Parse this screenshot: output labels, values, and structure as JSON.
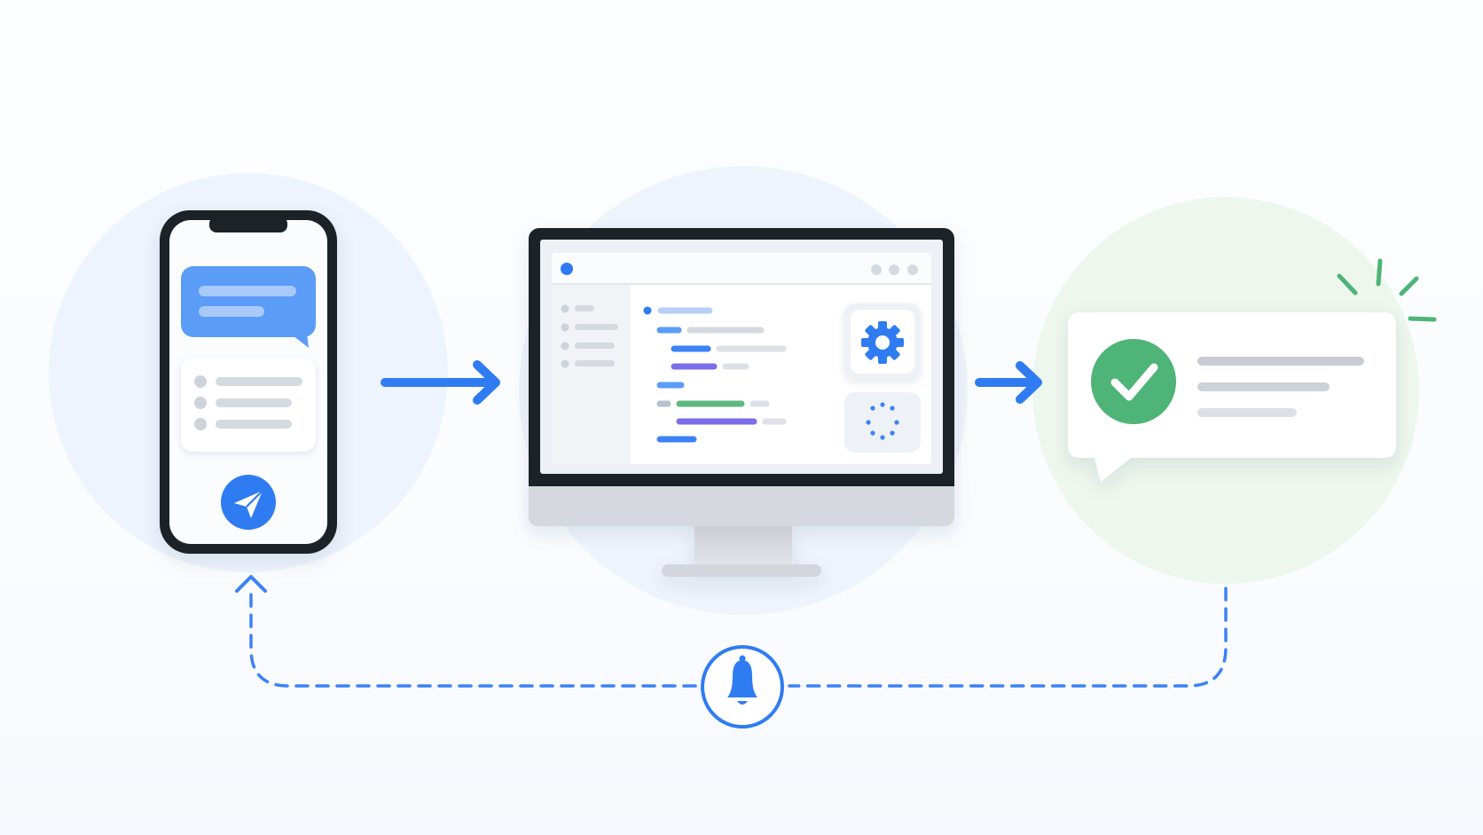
{
  "colors": {
    "background": "#fbfcfe",
    "accent_blue": "#3b82f6",
    "light_blue_bubble": "#5b9cf6",
    "success_green": "#4fb477",
    "light_green_circle": "#edf7ee",
    "light_blue_circle": "#eef4fd",
    "device_frame": "#1f2128",
    "placeholder_gray": "#cdd3db",
    "code_purple": "#7c6ee8",
    "code_green": "#5cb87f"
  },
  "icons": {
    "phone_action": "send-icon",
    "settings": "gear-icon",
    "processing": "loading-spinner-icon",
    "success": "checkmark-icon",
    "notification": "bell-icon"
  },
  "stages": [
    "mobile-phone",
    "desktop-monitor",
    "success-notification"
  ],
  "connectors": [
    "arrow-phone-to-monitor",
    "arrow-monitor-to-notification",
    "dashed-feedback-loop"
  ]
}
